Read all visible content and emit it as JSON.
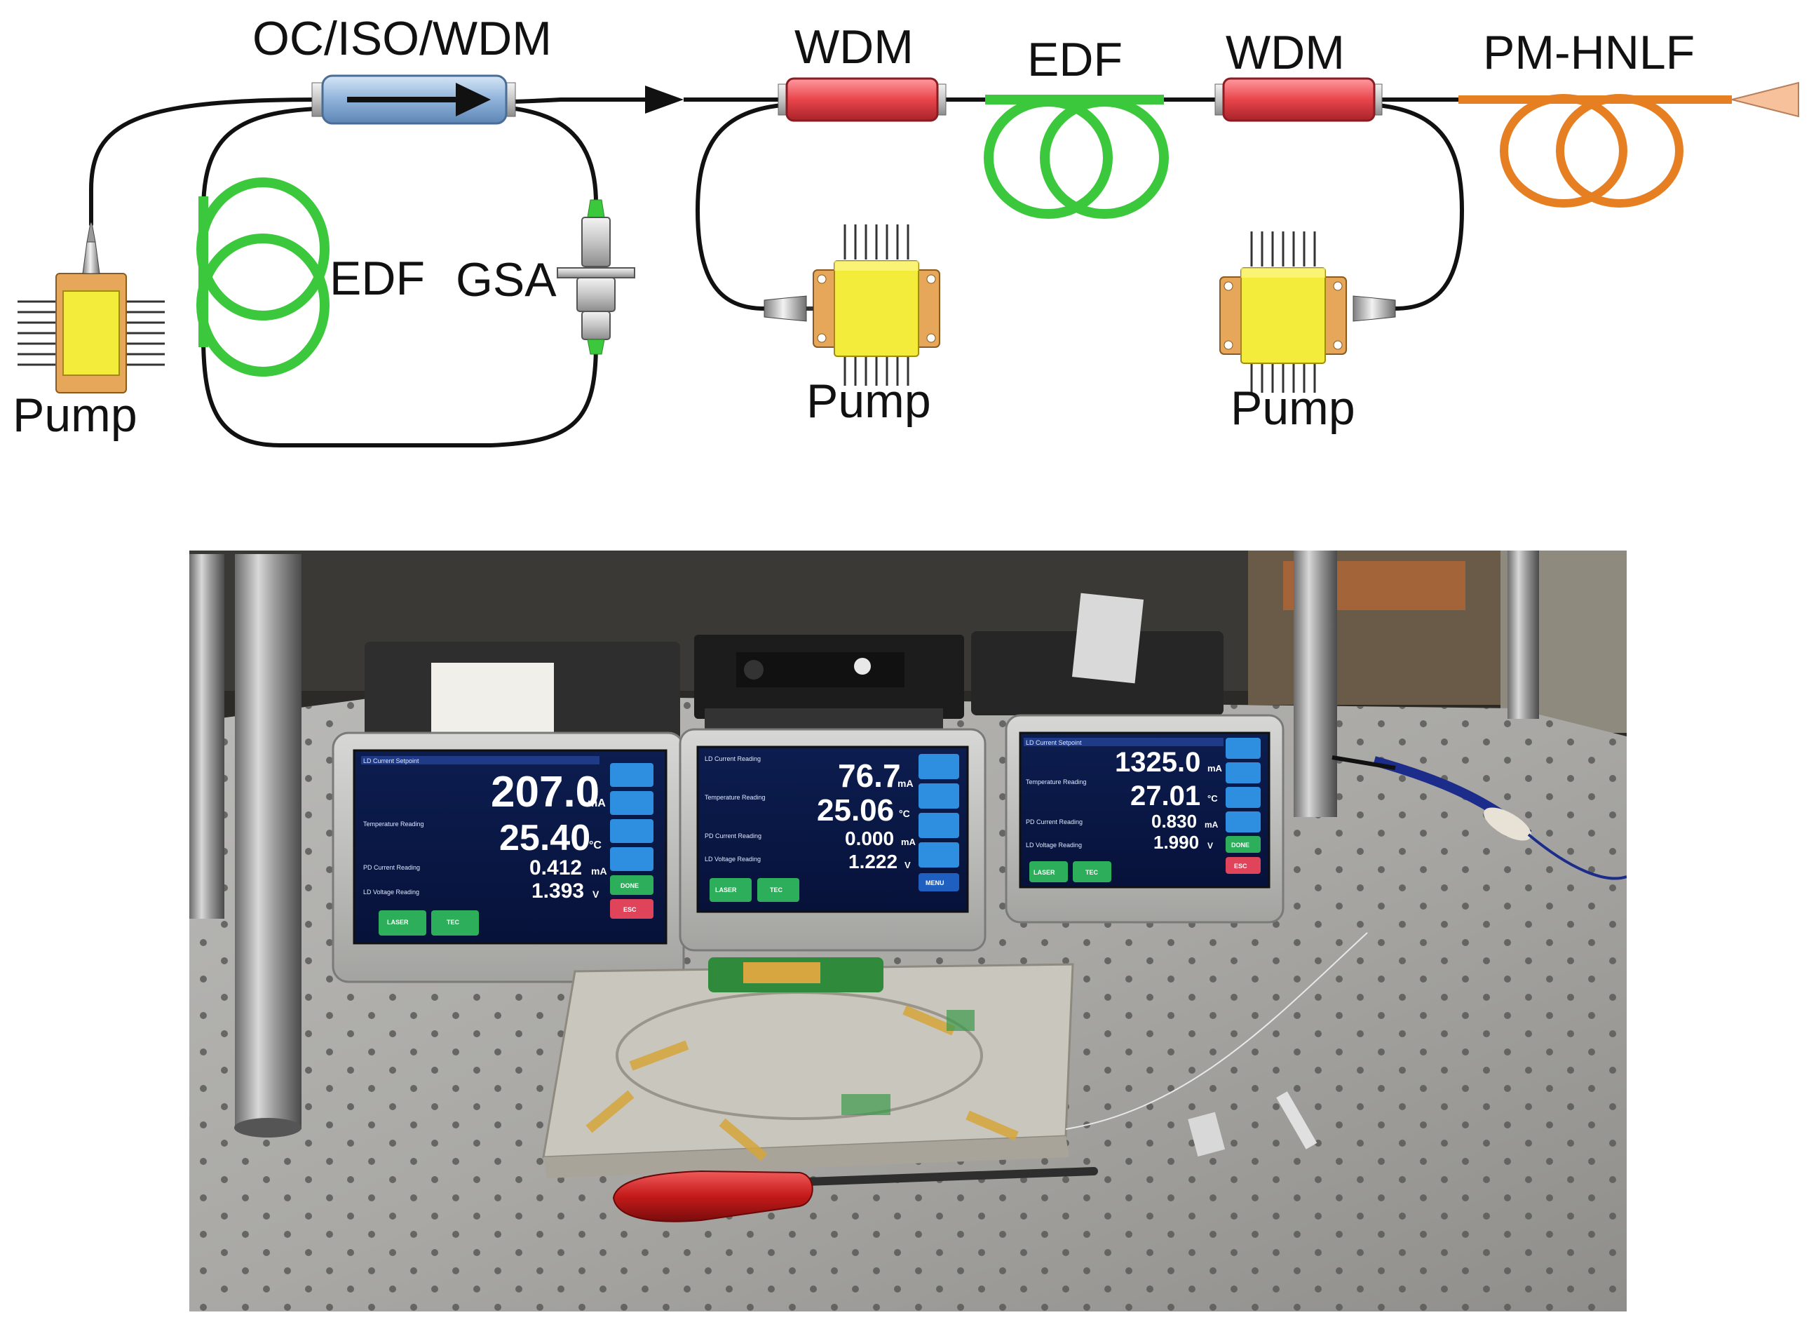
{
  "schematic": {
    "labels": {
      "oc_iso_wdm": "OC/ISO/WDM",
      "edf_loop": "EDF",
      "gsa": "GSA",
      "pump_left": "Pump",
      "wdm_1": "WDM",
      "edf_amp": "EDF",
      "wdm_2": "WDM",
      "pm_hnlf": "PM-HNLF",
      "pump_mid": "Pump",
      "pump_right": "Pump"
    },
    "colors": {
      "fiber": "#111111",
      "edf": "#3cc83c",
      "wdm": "#e8454b",
      "isolator": "#9cbbe0",
      "hnlf": "#e67e22",
      "pump_body": "#f4ec3a",
      "output": "#f7c29b"
    }
  },
  "photo": {
    "controllers": [
      {
        "header1": "LD Current Setpoint",
        "current": "207.0",
        "current_unit": "mA",
        "header2": "Temperature Reading",
        "temperature": "25.40",
        "temperature_unit": "°C",
        "header3": "PD Current Reading",
        "pd_current": "0.412",
        "pd_unit": "mA",
        "header4": "LD Voltage Reading",
        "voltage": "1.393",
        "voltage_unit": "V",
        "btn_laser": "LASER",
        "btn_tec": "TEC",
        "btn_done": "DONE",
        "btn_esc": "ESC"
      },
      {
        "header1": "LD Current Reading",
        "current": "76.7",
        "current_unit": "mA",
        "header2": "Temperature Reading",
        "temperature": "25.06",
        "temperature_unit": "°C",
        "header3": "PD Current Reading",
        "pd_current": "0.000",
        "pd_unit": "mA",
        "header4": "LD Voltage Reading",
        "voltage": "1.222",
        "voltage_unit": "V",
        "btn_laser": "LASER",
        "btn_tec": "TEC",
        "btn_menu": "MENU"
      },
      {
        "header1": "LD Current Setpoint",
        "current": "1325.0",
        "current_unit": "mA",
        "header2": "Temperature Reading",
        "temperature": "27.01",
        "temperature_unit": "°C",
        "header3": "PD Current Reading",
        "pd_current": "0.830",
        "pd_unit": "mA",
        "header4": "LD Voltage Reading",
        "voltage": "1.990",
        "voltage_unit": "V",
        "btn_laser": "LASER",
        "btn_tec": "TEC",
        "btn_done": "DONE",
        "btn_esc": "ESC"
      }
    ]
  }
}
